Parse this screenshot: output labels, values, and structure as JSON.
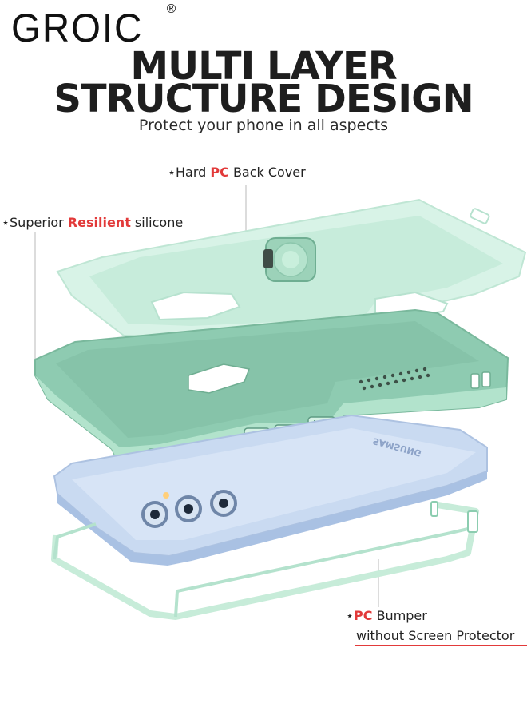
{
  "brand": {
    "name": "GROIC",
    "registered": "®"
  },
  "headline": {
    "line1": "MULTI LAYER",
    "line2": "STRUCTURE DESIGN"
  },
  "subhead": "Protect your phone in all aspects",
  "callouts": {
    "back_cover": {
      "star": "⋆",
      "pre": "Hard ",
      "highlight": "PC",
      "post": " Back Cover"
    },
    "silicone": {
      "star": "⋆",
      "pre": "Superior ",
      "highlight": "Resilient",
      "post": " silicone"
    },
    "bumper": {
      "star": "⋆",
      "highlight": "PC",
      "post": " Bumper",
      "line2": "without Screen Protector"
    }
  },
  "phone_brand_text": "SAMSUNG",
  "colors": {
    "accent_red": "#e23a3a",
    "mint_light": "#d6f2e6",
    "mint_mid": "#a6dcc5",
    "mint_dark": "#7fbfa4",
    "phone_blue": "#c5d6ef"
  }
}
